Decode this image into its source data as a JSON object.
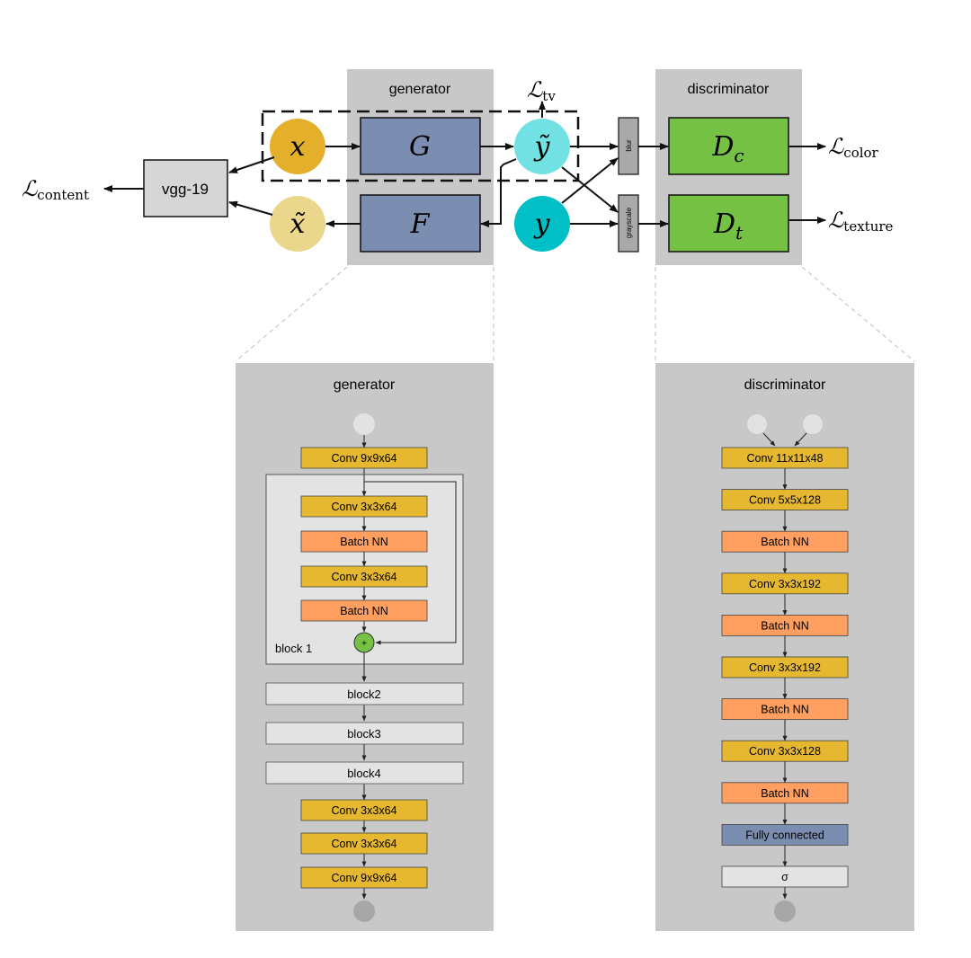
{
  "top": {
    "generator_title": "generator",
    "discriminator_title": "discriminator",
    "x": "x",
    "x_tilde": "x̃",
    "y": "y",
    "y_tilde": "ỹ",
    "G": "G",
    "F": "F",
    "D_c": "D",
    "D_c_sub": "c",
    "D_t": "D",
    "D_t_sub": "t",
    "vgg": "vgg-19",
    "blur": "blur",
    "grayscale": "grayscale",
    "loss_script": "ℒ",
    "loss_tv_sub": "tv",
    "loss_content_sub": "content",
    "loss_color_sub": "color",
    "loss_texture_sub": "texture"
  },
  "generator_detail": {
    "title": "generator",
    "conv1": "Conv 9x9x64",
    "block1_conv1": "Conv 3x3x64",
    "block1_bn1": "Batch NN",
    "block1_conv2": "Conv 3x3x64",
    "block1_bn2": "Batch NN",
    "plus": "+",
    "block1_label": "block 1",
    "block2": "block2",
    "block3": "block3",
    "block4": "block4",
    "conv_a": "Conv 3x3x64",
    "conv_b": "Conv 3x3x64",
    "conv_c": "Conv 9x9x64"
  },
  "discriminator_detail": {
    "title": "discriminator",
    "layers": [
      {
        "label": "Conv 11x11x48",
        "kind": "conv"
      },
      {
        "label": "Conv 5x5x128",
        "kind": "conv"
      },
      {
        "label": "Batch NN",
        "kind": "bn"
      },
      {
        "label": "Conv 3x3x192",
        "kind": "conv"
      },
      {
        "label": "Batch NN",
        "kind": "bn"
      },
      {
        "label": "Conv 3x3x192",
        "kind": "conv"
      },
      {
        "label": "Batch NN",
        "kind": "bn"
      },
      {
        "label": "Conv 3x3x128",
        "kind": "conv"
      },
      {
        "label": "Batch NN",
        "kind": "bn"
      },
      {
        "label": "Fully connected",
        "kind": "fc"
      },
      {
        "label": "σ",
        "kind": "sigma"
      }
    ]
  },
  "colors": {
    "panel": "#c8c8c8",
    "conv": "#e6b830",
    "bn": "#fe9f5f",
    "blue": "#7b8db0",
    "green": "#74c144",
    "x": "#e4b02c",
    "x_tilde": "#ead78c",
    "y": "#00bfc6",
    "y_tilde": "#72e1e3",
    "block": "#e3e3e3",
    "node": "#e2e2e2",
    "node_dark": "#a7a7a7"
  }
}
